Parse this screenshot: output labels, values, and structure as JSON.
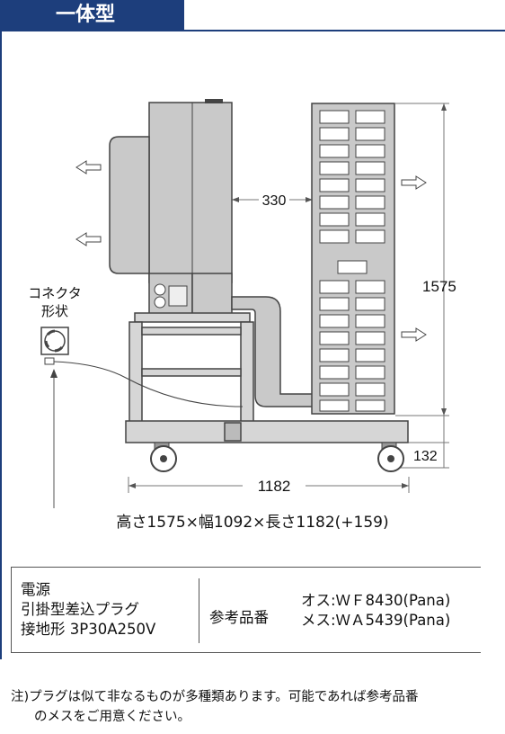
{
  "header": {
    "title": "一体型"
  },
  "diagram": {
    "dim_width": "330",
    "dim_height": "1575",
    "dim_length": "1182",
    "dim_base": "132",
    "connector_label_1": "コネクタ",
    "connector_label_2": "形状"
  },
  "summary": "高さ1575×幅1092×長さ1182(+159)",
  "spec": {
    "line1": "電源",
    "line2": "引掛型差込プラグ",
    "line3": "接地形 3P30A250V",
    "ref_label": "参考品番",
    "male": "オス:ＷＦ8430(Pana)",
    "female": "メス:ＷＡ5439(Pana)"
  },
  "note": {
    "line1": "注)プラグは似て非なるものが多種類あります。可能であれば参考品番",
    "line2": "のメスをご用意ください。"
  },
  "colors": {
    "brand": "#1d3e7c",
    "unit_fill": "#c9c9c9",
    "line": "#333333"
  }
}
